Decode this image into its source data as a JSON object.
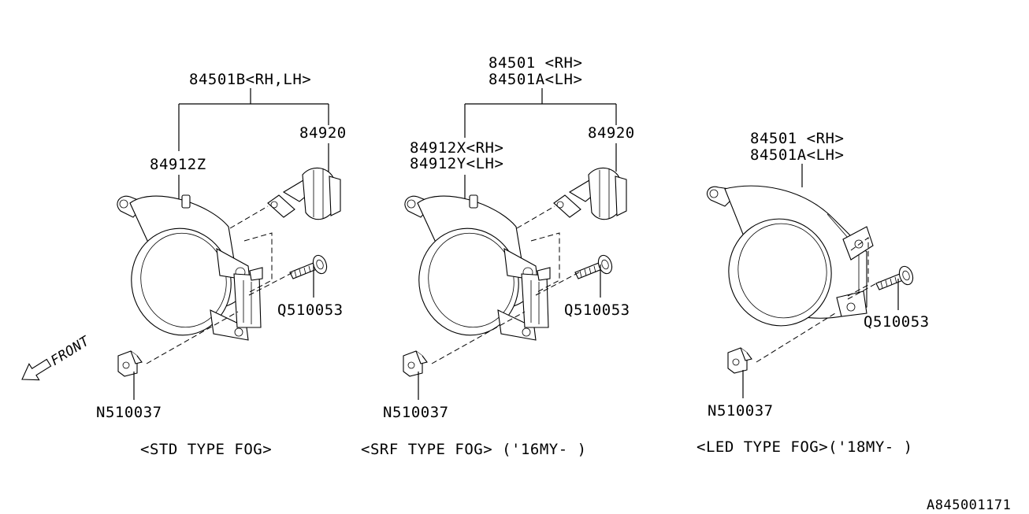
{
  "diagram_id": "A845001171",
  "front_label": "FRONT",
  "groups": [
    {
      "assembly": [
        "84501B<RH,LH>"
      ],
      "bulb": "84920",
      "housing": [
        "84912Z"
      ],
      "screw": "Q510053",
      "nut": "N510037",
      "caption": "<STD TYPE FOG>"
    },
    {
      "assembly": [
        "84501 <RH>",
        "84501A<LH>"
      ],
      "bulb": "84920",
      "housing": [
        "84912X<RH>",
        "84912Y<LH>"
      ],
      "screw": "Q510053",
      "nut": "N510037",
      "caption": "<SRF TYPE FOG> ('16MY- )"
    },
    {
      "assembly": [
        "84501 <RH>",
        "84501A<LH>"
      ],
      "screw": "Q510053",
      "nut": "N510037",
      "caption": "<LED TYPE FOG>('18MY- )"
    }
  ]
}
